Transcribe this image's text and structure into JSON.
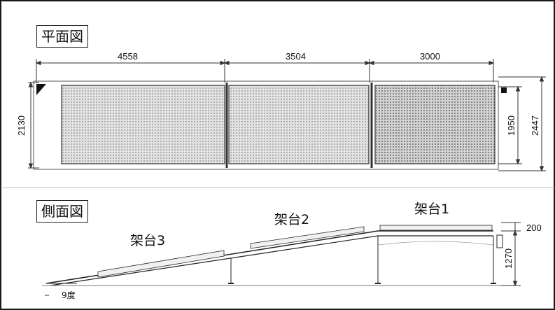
{
  "plan": {
    "title": "平面図",
    "dims": {
      "seg1": "4558",
      "seg2": "3504",
      "seg3": "3000",
      "width_total": "2130",
      "width_inner": "1950",
      "width_outer": "2447"
    }
  },
  "side": {
    "title": "側面図",
    "stand1": "架台1",
    "stand2": "架台2",
    "stand3": "架台3",
    "dim_top": "200",
    "dim_height": "1270",
    "angle": "9度"
  },
  "colors": {
    "line": "#222222",
    "grid_fill": "#d8d8d8",
    "grid_fill_dark": "#c4c4c4",
    "border": "#1a1a1a"
  }
}
